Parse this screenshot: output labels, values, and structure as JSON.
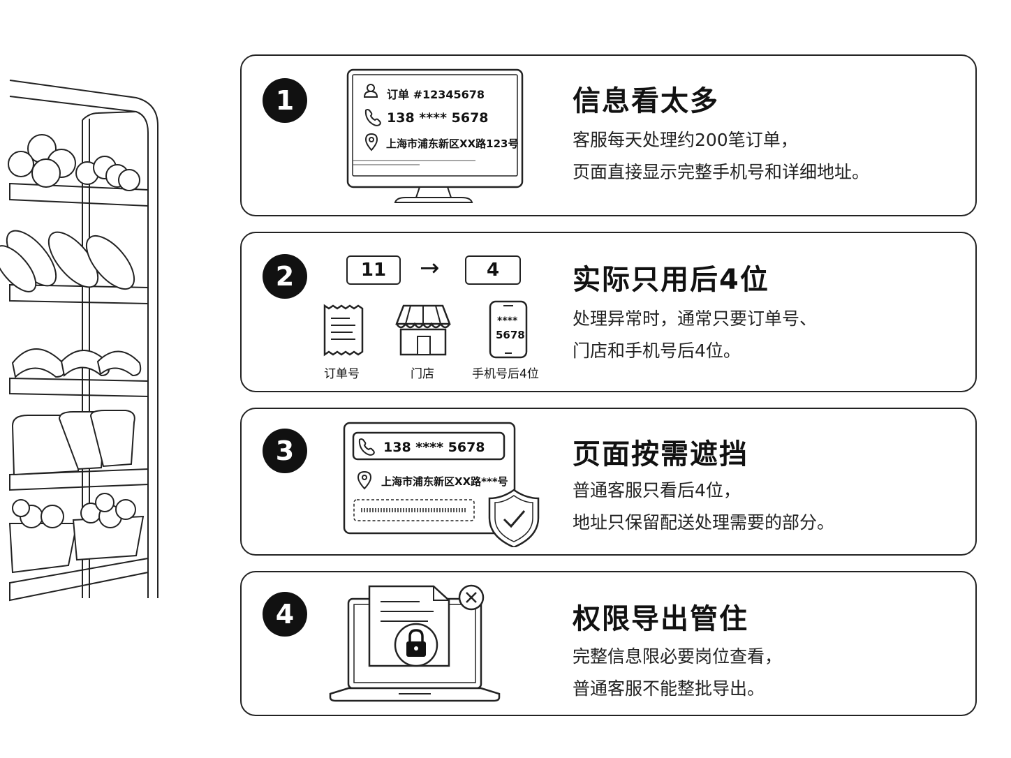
{
  "steps": [
    {
      "number": "1",
      "title": "信息看太多",
      "lines": [
        "客服每天处理约200笔订单，",
        "页面直接显示完整手机号和详细地址。"
      ],
      "monitor": {
        "order": "订单 #12345678",
        "phone": "138 **** 5678",
        "address": "上海市浦东新区XX路123号"
      },
      "icons": [
        "user-icon",
        "phone-icon",
        "location-pin-icon",
        "monitor-icon"
      ]
    },
    {
      "number": "2",
      "title": "实际只用后4位",
      "lines": [
        "处理异常时，通常只要订单号、",
        "门店和手机号后4位。"
      ],
      "from_digits": "11",
      "arrow": "→",
      "to_digits": "4",
      "items": [
        {
          "label": "订单号",
          "icon": "receipt-icon"
        },
        {
          "label": "门店",
          "icon": "store-icon"
        },
        {
          "label": "手机号后4位",
          "icon": "mobile-phone-icon"
        }
      ],
      "phone_screen": {
        "masked": "****",
        "digits": "5678"
      }
    },
    {
      "number": "3",
      "title": "页面按需遮挡",
      "lines": [
        "普通客服只看后4位，",
        "地址只保留配送处理需要的部分。"
      ],
      "panel": {
        "phone": "138 **** 5678",
        "address": "上海市浦东新区XX路***号"
      },
      "icons": [
        "phone-icon",
        "location-pin-icon",
        "shield-check-icon"
      ]
    },
    {
      "number": "4",
      "title": "权限导出管住",
      "lines": [
        "完整信息限必要岗位查看，",
        "普通客服不能整批导出。"
      ],
      "icons": [
        "laptop-icon",
        "document-icon",
        "lock-icon",
        "close-icon"
      ]
    }
  ]
}
